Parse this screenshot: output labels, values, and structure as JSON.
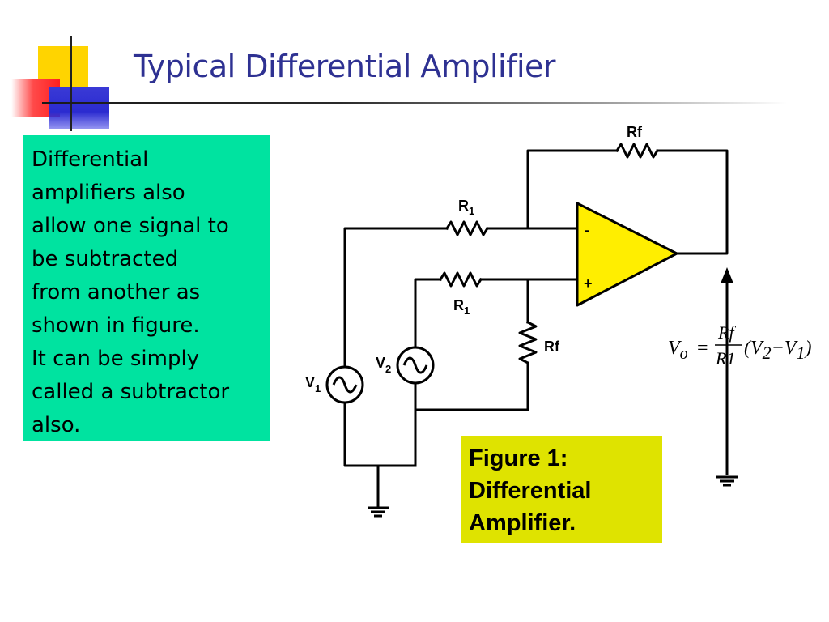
{
  "slide": {
    "title": "Typical Differential Amplifier",
    "body_lines": [
      "Differential",
      "amplifiers also",
      "allow one signal to",
      "be subtracted",
      "from another as",
      "shown in figure.",
      "It can be simply",
      "called a subtractor",
      "also."
    ],
    "caption_lines": [
      "Figure 1:",
      "Differential",
      "Amplifier."
    ]
  },
  "circuit": {
    "labels": {
      "rf_top": "Rf",
      "r1_top_letter": "R",
      "r1_top_sub": "1",
      "r1_bottom_letter": "R",
      "r1_bottom_sub": "1",
      "rf_bottom": "Rf",
      "v1_letter": "V",
      "v1_sub": "1",
      "v2_letter": "V",
      "v2_sub": "2",
      "minus": "-",
      "plus": "+"
    },
    "equation": {
      "vo": "V",
      "vo_sub": "o",
      "equals": "=",
      "num": "Rf",
      "den": "R1",
      "open": "(V",
      "v2_sub": "2",
      "minus": "−V",
      "v1_sub": "1",
      "close": ")"
    },
    "colors": {
      "opamp_fill": "#ffee00",
      "wire": "#000000"
    }
  }
}
